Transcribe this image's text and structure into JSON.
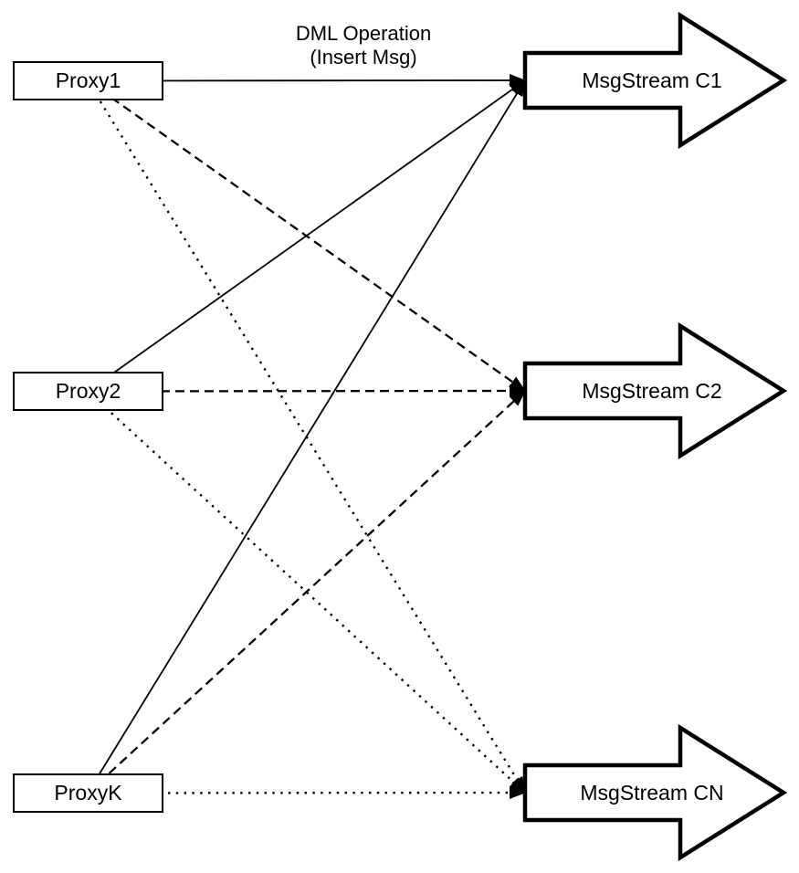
{
  "title": {
    "line1": "DML Operation",
    "line2": "(Insert Msg)"
  },
  "proxies": [
    {
      "id": "proxy1",
      "label": "Proxy1"
    },
    {
      "id": "proxy2",
      "label": "Proxy2"
    },
    {
      "id": "proxyk",
      "label": "ProxyK"
    }
  ],
  "streams": [
    {
      "id": "c1",
      "label": "MsgStream C1"
    },
    {
      "id": "c2",
      "label": "MsgStream C2"
    },
    {
      "id": "cn",
      "label": "MsgStream CN"
    }
  ],
  "edges": [
    {
      "from": "proxy1",
      "to": "c1",
      "style": "solid"
    },
    {
      "from": "proxy2",
      "to": "c1",
      "style": "solid"
    },
    {
      "from": "proxyk",
      "to": "c1",
      "style": "solid"
    },
    {
      "from": "proxy1",
      "to": "c2",
      "style": "dashed"
    },
    {
      "from": "proxy2",
      "to": "c2",
      "style": "dashed"
    },
    {
      "from": "proxyk",
      "to": "c2",
      "style": "dashed"
    },
    {
      "from": "proxy1",
      "to": "cn",
      "style": "dotted"
    },
    {
      "from": "proxy2",
      "to": "cn",
      "style": "dotted"
    },
    {
      "from": "proxyk",
      "to": "cn",
      "style": "dotted"
    }
  ],
  "colors": {
    "line": "#000000",
    "shape_fill": "#ffffff",
    "text": "#000000",
    "background": "#ffffff"
  }
}
